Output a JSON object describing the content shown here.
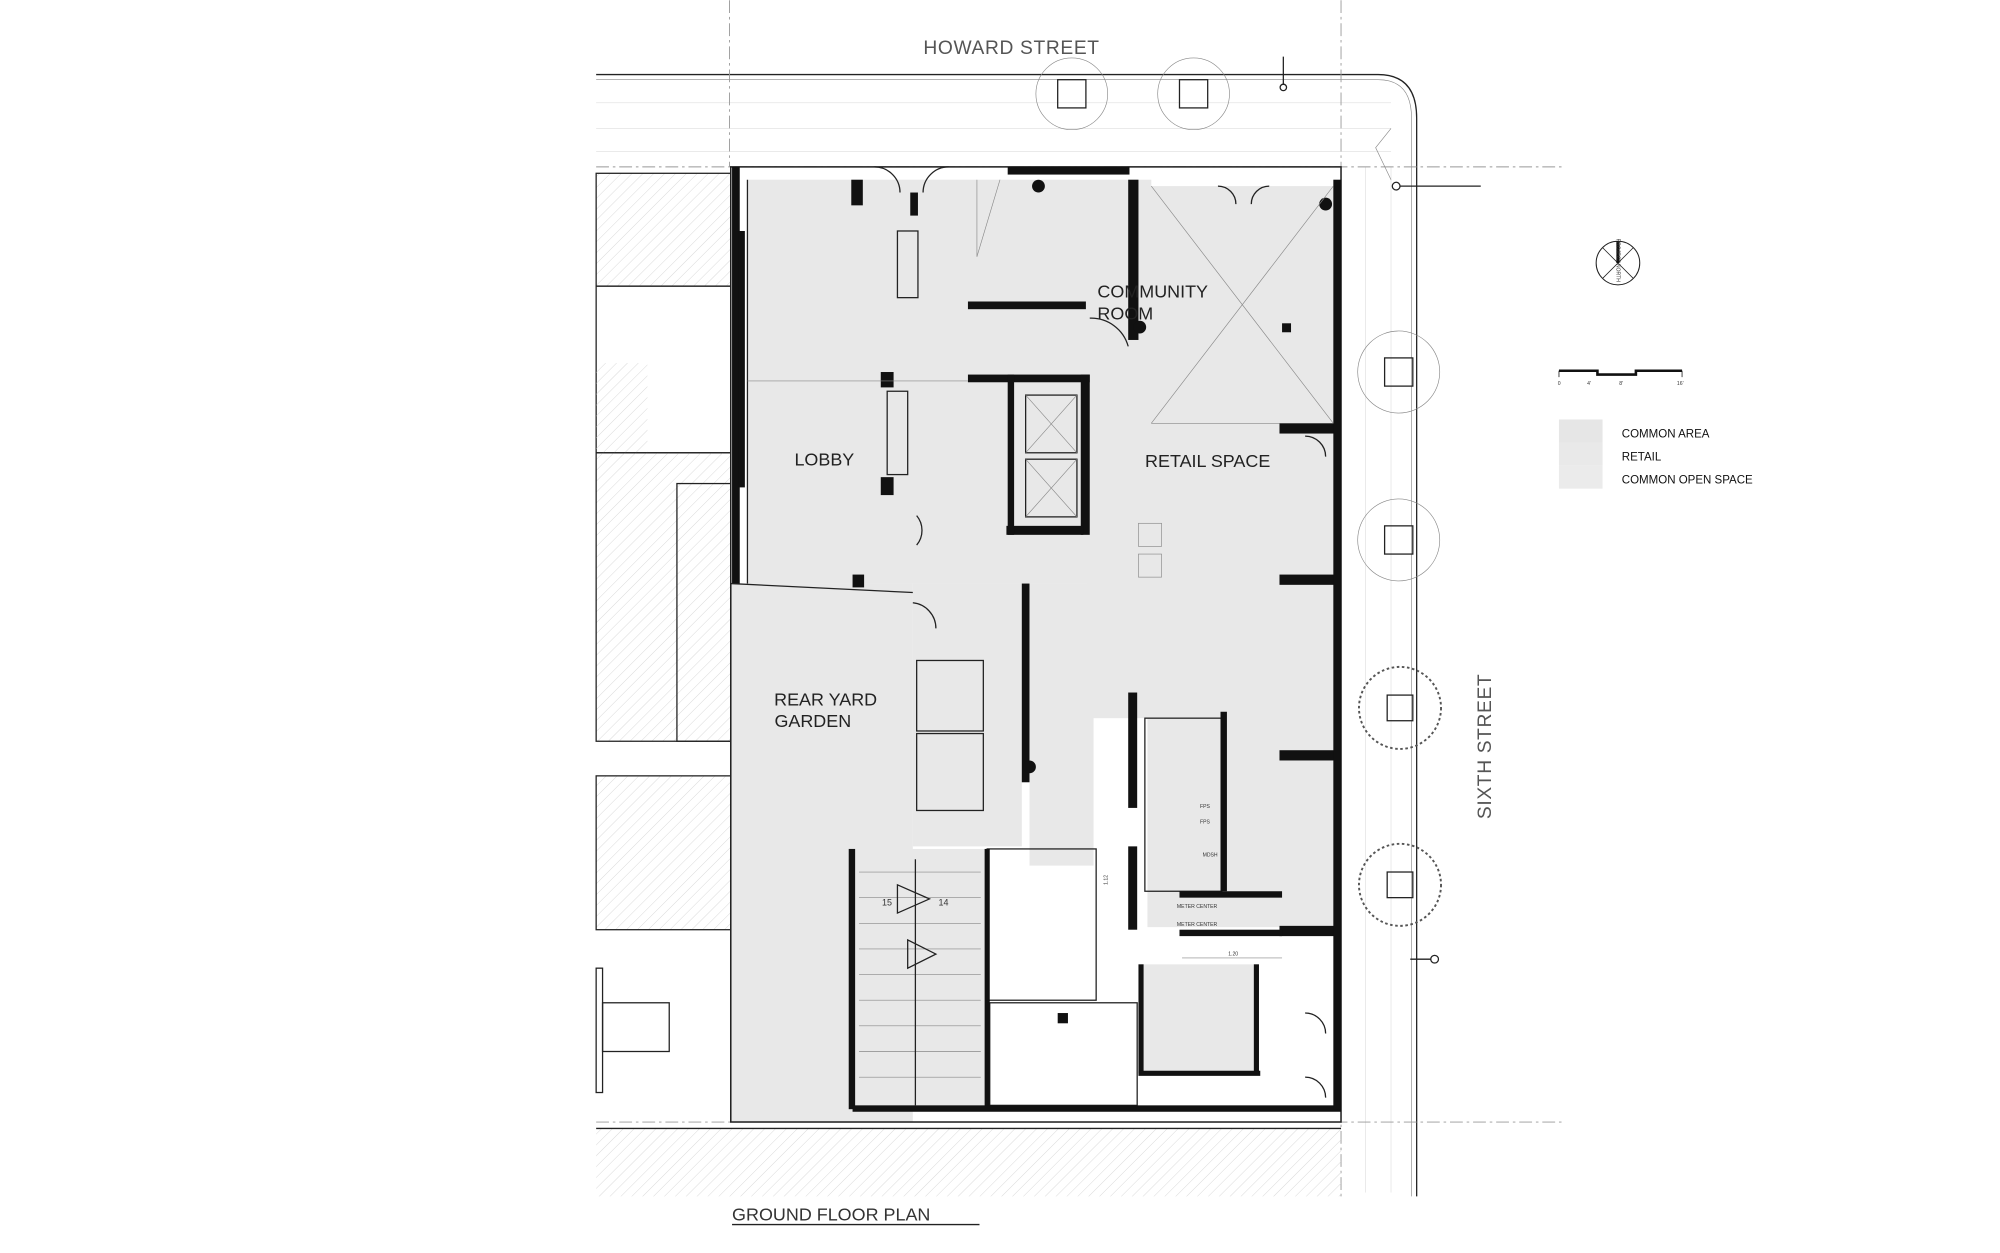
{
  "title": "GROUND FLOOR PLAN",
  "streets": {
    "north": "HOWARD STREET",
    "east": "SIXTH STREET"
  },
  "rooms": {
    "lobby": "LOBBY",
    "community_room": [
      "COMMUNITY",
      "ROOM"
    ],
    "retail_space": "RETAIL SPACE",
    "rear_yard_garden": [
      "REAR YARD",
      "GARDEN"
    ]
  },
  "stair_numbers": [
    "15",
    "14"
  ],
  "service_labels": {
    "meter_center_1": "METER CENTER",
    "meter_center_2": "METER CENTER",
    "fps_1": "FPS",
    "fps_2": "FPS",
    "mdsh": "MDSH"
  },
  "dimensions": {
    "dim_1": "1.20",
    "dim_2": "1.12"
  },
  "north_arrow": {
    "label": "PROJECT NORTH",
    "icon": "north-arrow-icon"
  },
  "scale_bar": {
    "ticks": [
      "0",
      "4'",
      "8'",
      "16'"
    ]
  },
  "legend": {
    "items": [
      {
        "label": "COMMON AREA",
        "color": "#e6e6e6"
      },
      {
        "label": "RETAIL",
        "color": "#e9e9e9"
      },
      {
        "label": "COMMON OPEN SPACE",
        "color": "#ebebeb"
      }
    ]
  },
  "colors": {
    "wall": "#111111",
    "fill": "#e8e8e8",
    "line": "#222222"
  }
}
